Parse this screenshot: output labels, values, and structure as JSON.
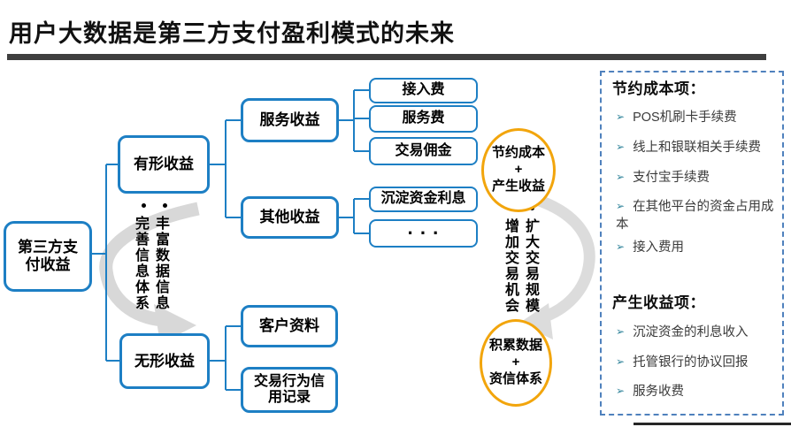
{
  "title": "用户大数据是第三方支付盈利模式的未来",
  "colors": {
    "box_border": "#1d7fc4",
    "ellipse_border": "#f2a50c",
    "panel_border": "#4f81bd",
    "bullet": "#31849b",
    "title_rule": "#3f3f3f"
  },
  "tree": {
    "root": "第三方支\n付收益",
    "tangible": "有形收益",
    "intangible": "无形收益",
    "service_income": "服务收益",
    "other_income": "其他收益",
    "customer_data": "客户资料",
    "credit_record": "交易行为信\n用记录",
    "access_fee": "接入费",
    "service_fee": "服务费",
    "commission": "交易佣金",
    "deposit_interest": "沉淀资金利息",
    "ellipsis": "···"
  },
  "cycle_left": {
    "col1": "完善信息体系",
    "col2": "丰富数据信息"
  },
  "cycle_right": {
    "col1": "增加交易机会",
    "col2": "扩大交易规模"
  },
  "ellipse_top": "节约成本\n+\n产生收益",
  "ellipse_bottom": "积累数据\n+\n资信体系",
  "panel": {
    "bullet": "➢",
    "section1": {
      "heading": "节约成本项：",
      "items": [
        "POS机刷卡手续费",
        "线上和银联相关手续费",
        "支付宝手续费",
        "在其他平台的资金占用成本",
        "接入费用"
      ]
    },
    "section2": {
      "heading": "产生收益项：",
      "items": [
        "沉淀资金的利息收入",
        "托管银行的协议回报",
        "服务收费"
      ]
    }
  }
}
